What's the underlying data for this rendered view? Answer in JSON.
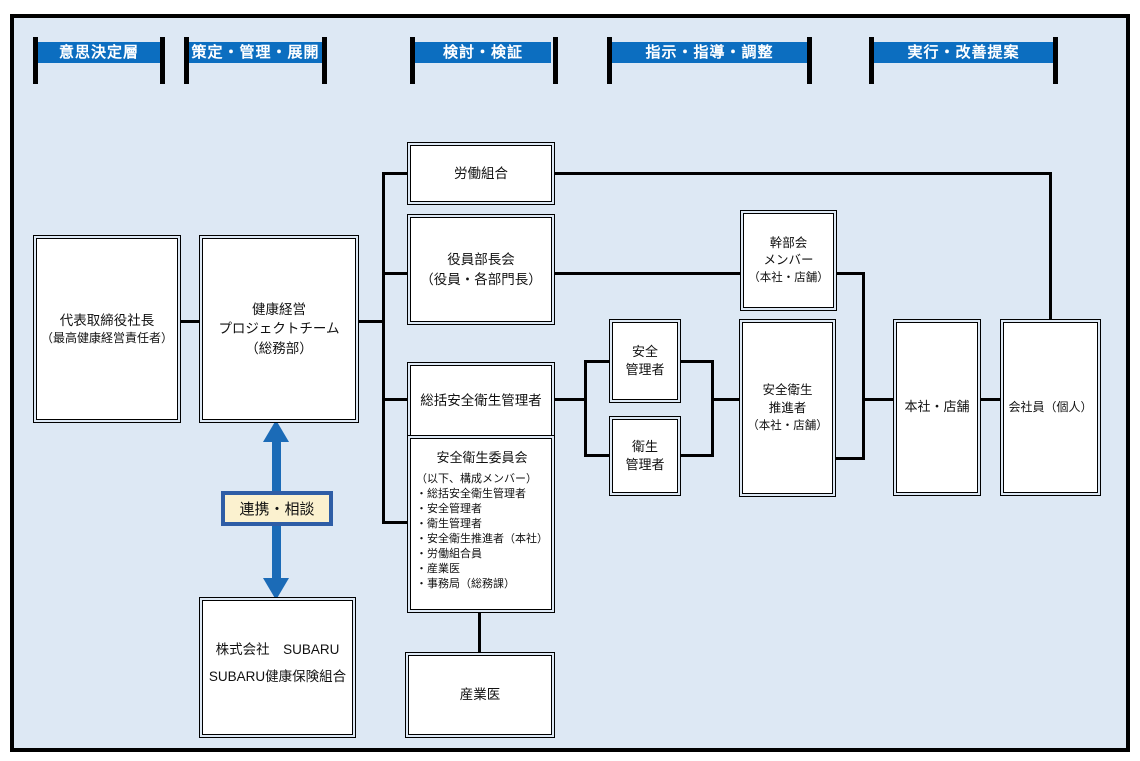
{
  "colors": {
    "panel_background": "#dde8f4",
    "panel_border": "#000000",
    "header_blue": "#0c6ec0",
    "header_text": "#ffffff",
    "connector_black": "#000000",
    "arrow_blue": "#1b6bb7",
    "link_label_fill": "#fbf1cf",
    "link_label_border": "#2e5da6"
  },
  "headers": [
    {
      "label": "意思決定層"
    },
    {
      "label": "策定・管理・展開"
    },
    {
      "label": "検討・検証"
    },
    {
      "label": "指示・指導・調整"
    },
    {
      "label": "実行・改善提案"
    }
  ],
  "boxes": {
    "ceo": {
      "line1": "代表取締役社長",
      "line2": "（最高健康経営責任者）"
    },
    "pj": {
      "line1": "健康経営",
      "line2": "プロジェクトチーム",
      "line3": "（総務部）"
    },
    "union": {
      "line1": "労働組合"
    },
    "exec": {
      "line1": "役員部長会",
      "line2": "（役員・各部門長）"
    },
    "chief": {
      "line1": "総括安全衛生管理者"
    },
    "committee": {
      "title": "安全衛生委員会",
      "members": [
        "（以下、構成メンバー）",
        "・総括安全衛生管理者",
        "・安全管理者",
        "・衛生管理者",
        "・安全衛生推進者（本社）",
        "・労働組合員",
        "・産業医",
        "・事務局（総務課）"
      ]
    },
    "doctor": {
      "line1": "産業医"
    },
    "safety_mgr": {
      "line1": "安全",
      "line2": "管理者"
    },
    "hygiene_mgr": {
      "line1": "衛生",
      "line2": "管理者"
    },
    "kanbu": {
      "line1": "幹部会",
      "line2": "メンバー",
      "line3": "（本社・店舗）"
    },
    "promoter": {
      "line1": "安全衛生",
      "line2": "推進者",
      "line3": "（本社・店舗）"
    },
    "office": {
      "line1": "本社・店舗"
    },
    "employee": {
      "line1": "会社員（個人）"
    },
    "subaru": {
      "line1": "株式会社　SUBARU",
      "line2": "SUBARU健康保険組合"
    }
  },
  "link_label": {
    "text": "連携・相談"
  }
}
